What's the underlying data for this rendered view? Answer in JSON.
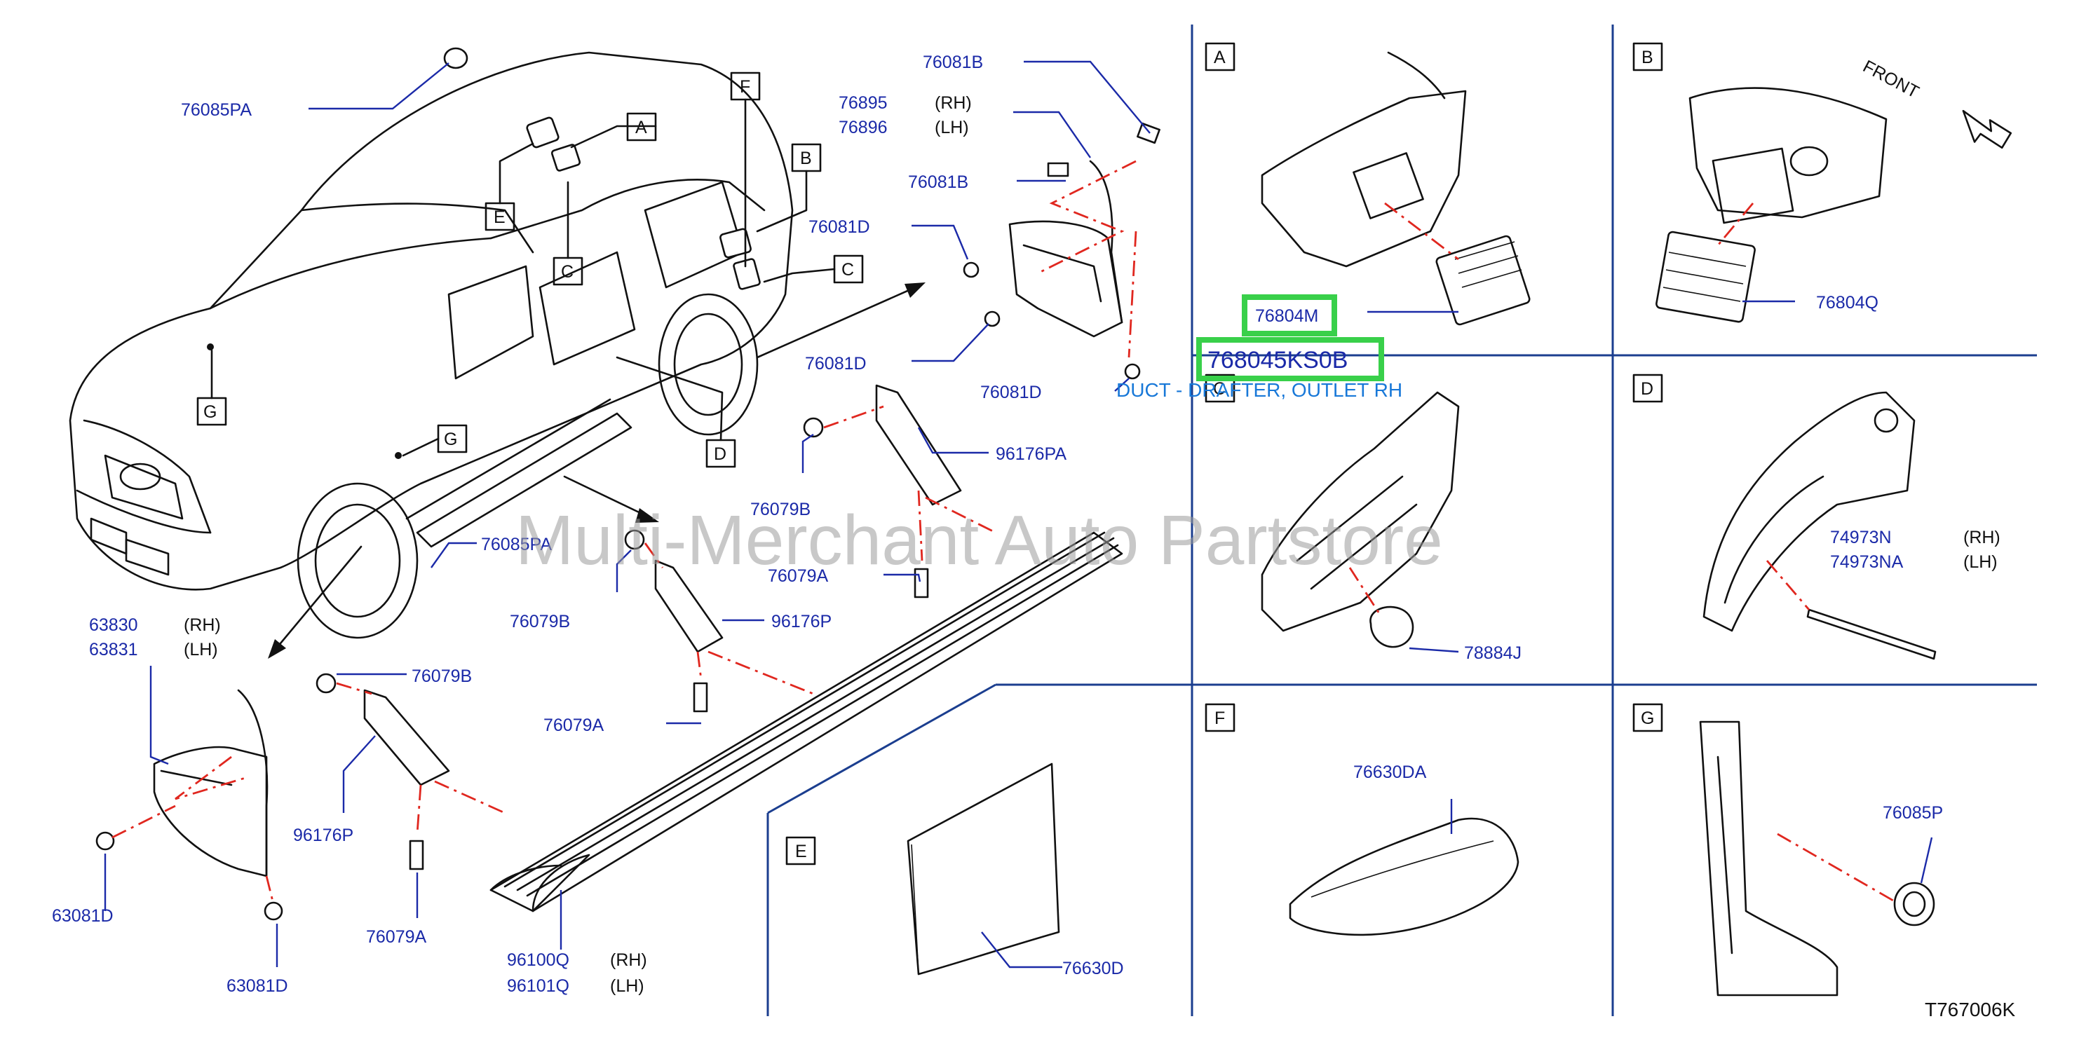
{
  "diagram_code": "T767006K",
  "watermark": "Multi-Merchant Auto Partstore",
  "tooltip": "DUCT - DRAFTER, OUTLET RH",
  "highlighted_part": "768045KS0B",
  "side_labels": {
    "rh": "(RH)",
    "lh": "(LH)"
  },
  "detail_boxes": [
    "A",
    "B",
    "C",
    "D",
    "E",
    "F",
    "G"
  ],
  "front_label": "FRONT",
  "parts": {
    "p76085PA_top": "76085PA",
    "p76081B_a": "76081B",
    "p76895": "76895",
    "p76896": "76896",
    "p76081B_b": "76081B",
    "p76081D_a": "76081D",
    "p76081D_b": "76081D",
    "p76081D_c": "76081D",
    "p96176PA": "96176PA",
    "p76079B_a": "76079B",
    "p76085PA_low": "76085PA",
    "p76079A_a": "76079A",
    "p76079B_b": "76079B",
    "p96176P_a": "96176P",
    "p63830": "63830",
    "p63831": "63831",
    "p76079B_c": "76079B",
    "p76079A_b": "76079A",
    "p96176P_b": "96176P",
    "p63081D_a": "63081D",
    "p76079A_c": "76079A",
    "p63081D_b": "63081D",
    "p96100Q": "96100Q",
    "p96101Q": "96101Q",
    "p76804M": "76804M",
    "p76804Q": "76804Q",
    "p78884J": "78884J",
    "p74973N": "74973N",
    "p74973NA": "74973NA",
    "p76630DA": "76630DA",
    "p76630D": "76630D",
    "p76085P": "76085P"
  },
  "colors": {
    "part_label": "#1b2aa8",
    "phantom_line": "#e0271f",
    "frame": "#1b3e8f",
    "highlight": "#39d04a",
    "tooltip": "#1878d8"
  }
}
